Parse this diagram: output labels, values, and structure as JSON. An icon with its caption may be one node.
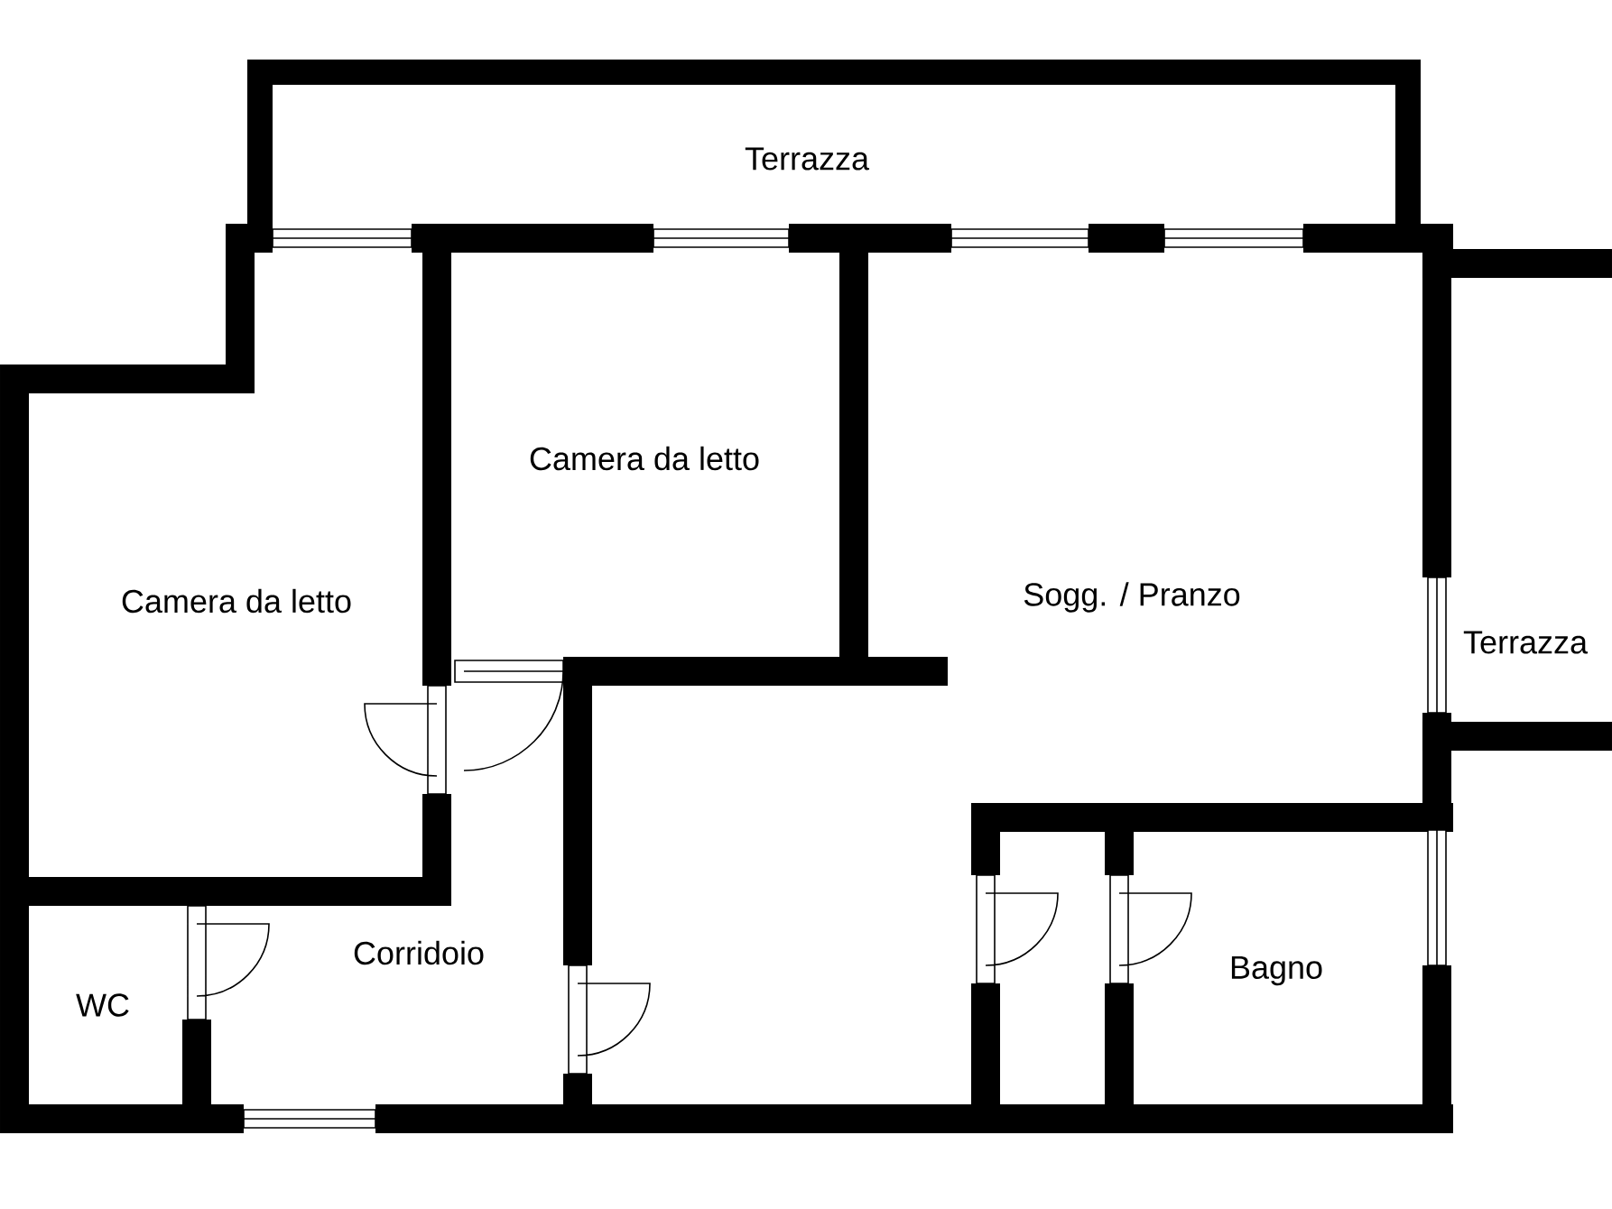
{
  "diagram": {
    "labels": [
      "Terrazza",
      "Camera da letto",
      "Camera da letto",
      "Sogg. / Pranzo",
      "Terrazza",
      "Corridoio",
      "Bagno",
      "WC"
    ]
  }
}
